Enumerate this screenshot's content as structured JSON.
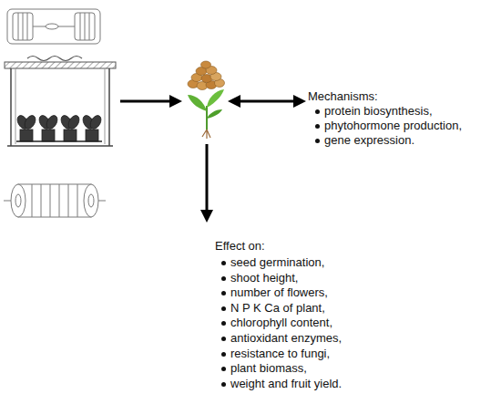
{
  "diagram": {
    "labels": [
      "Mechanisms:",
      "protein biosynthesis,",
      "phytohormone production,",
      "gene expression.",
      "Effect on:",
      "seed germination,",
      "shoot height,",
      "number of flowers,",
      "N P K Ca of plant,",
      "chlorophyll content,",
      "antioxidant enzymes,",
      "resistance to fungi,",
      "plant biomass,",
      "weight and fruit yield."
    ]
  }
}
